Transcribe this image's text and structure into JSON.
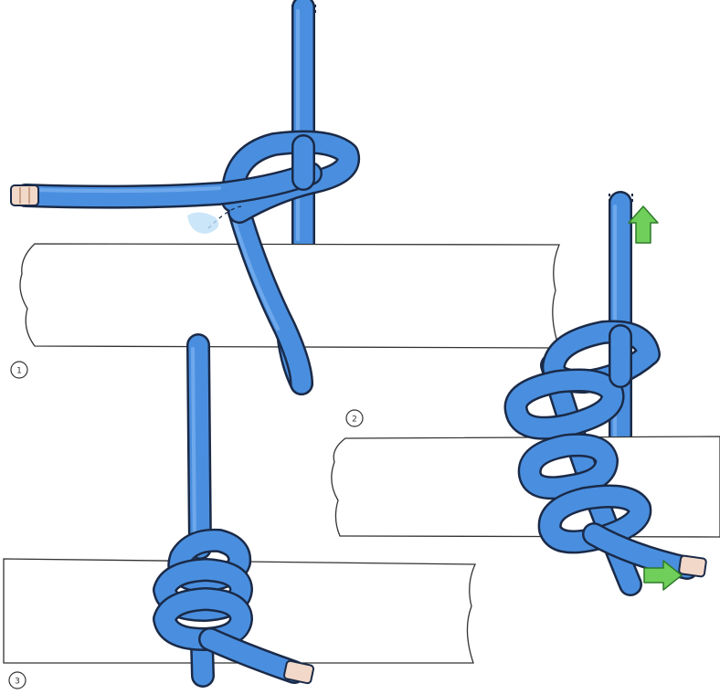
{
  "steps": [
    {
      "label": "1"
    },
    {
      "label": "2"
    },
    {
      "label": "3"
    }
  ],
  "colors": {
    "rope": "#4a8fdf",
    "rope_outline": "#1a2a48",
    "rope_tip": "#f2d8c8",
    "rope_tip_band": "#c9a089",
    "arrow": "#6fcf5a",
    "arrow_outline": "#2f7a2a",
    "pole_fill": "#ffffff",
    "pole_outline": "#333333"
  },
  "icons": {
    "pull_up": "arrow-up-icon",
    "pull_right": "arrow-right-icon"
  }
}
